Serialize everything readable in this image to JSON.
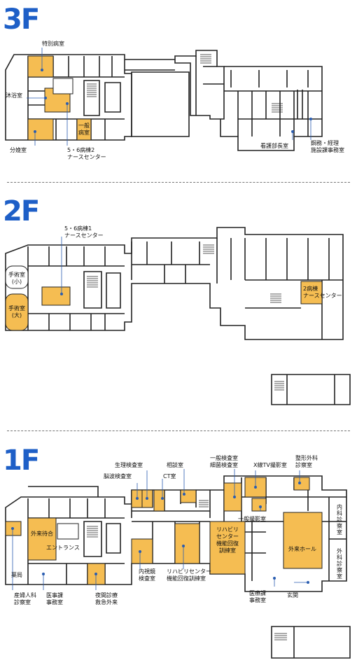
{
  "floors": {
    "f3": {
      "title": "3F",
      "labels": {
        "tokubetsu": "特別病室",
        "mokuyoku": "沐浴室",
        "bunben": "分娩室",
        "ippan_byoshitsu": "一般\n病室",
        "ns56_2": "5・6病棟2\nナースセンター",
        "kango": "看護部長室",
        "somu": "鋼務・経理\n施設課事務室"
      }
    },
    "f2": {
      "title": "2F",
      "labels": {
        "ns56_1": "5・6病棟1\nナースセンター",
        "shujutsu_small": "手術室\n(小)",
        "shujutsu_large": "手術室\n(大)",
        "ns2": "2病棟\nナースセンター"
      }
    },
    "f1": {
      "title": "1F",
      "labels": {
        "seiri": "生理検査室",
        "nouha": "脳波検査室",
        "soudan": "相談室",
        "ct": "CT室",
        "ippan_kensa": "一般検査室\n細菌検査室",
        "xray_tv": "X線TV撮影室",
        "seikei": "整形外科\n診察室",
        "naika": "内科診察室",
        "gaika": "外科診察室",
        "ippan_satsuei": "一般撮影室",
        "gairai_machiai": "外来待合",
        "entrance": "エントランス",
        "rehab1": "リハビリ\nセンター\n機能回復\n訓練室",
        "gairai_hall": "外来ホール",
        "yakkyoku": "薬局",
        "sanfujinka": "産婦人科\n診察室",
        "iji_jimu": "医事課\n事務室",
        "yakan": "夜間診療\n救急外来",
        "naishikyo": "内視鏡\n検査室",
        "rehab2": "リハビリセンター\n機能回復訓練室",
        "iryo_jimu": "医療課\n事務室",
        "genkan": "玄関"
      }
    }
  },
  "colors": {
    "title": "#1e5fc7",
    "room_fill": "#f5bd52",
    "wall": "#222222",
    "leader": "#2a5db0"
  }
}
